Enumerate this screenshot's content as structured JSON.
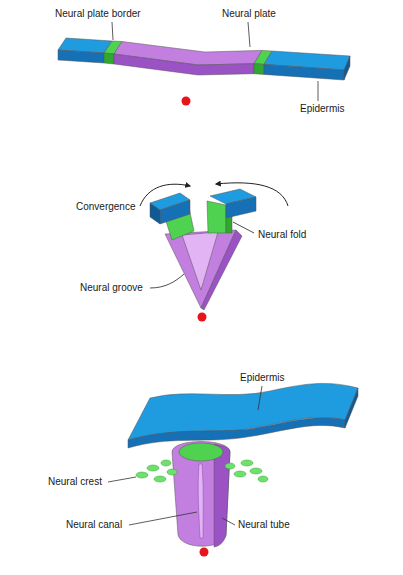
{
  "diagram": {
    "labels": [
      "Neural plate border",
      "Neural plate",
      "Epidermis",
      "Convergence",
      "Neural fold",
      "Neural groove",
      "Epidermis",
      "Neural crest",
      "Neural canal",
      "Neural tube"
    ]
  }
}
